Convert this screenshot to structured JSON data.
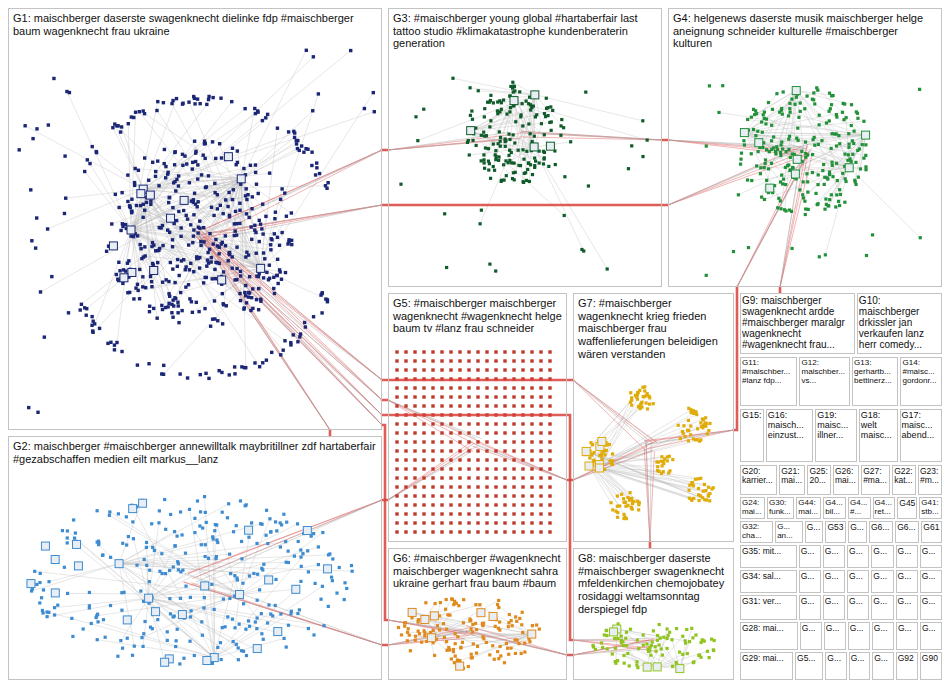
{
  "diagram": {
    "nodes": [
      {
        "text": [
          "G1: maischberger daserste swagenknecht dielinke fdp #maischberger baum wagenknecht frau ukraine"
        ]
      },
      {
        "text": [
          "G3: #maischberger young global #hartaberfair last tattoo studio #klimakatastrophe kundenberaterin generation"
        ]
      },
      {
        "text": [
          "G4: helgenews daserste musik maischberger helge aneignung schneider kulturelle #maischberger kulturen"
        ]
      },
      {
        "text": [
          "G5: #maischberger maischberger wagenknecht #wagenknecht helge baum tv #lanz frau schneider"
        ]
      },
      {
        "text": [
          "G7: #maischberger wagenknecht krieg frieden maischberger frau waffenlieferungen beleidigen wären verstanden"
        ]
      },
      {
        "text": [
          "G9: maischberger swagenknecht ardde #maischberger maralgr wagenknecht #wagenknecht frau..."
        ]
      },
      {
        "text": [
          "G10: maischberger drkissler jan verkaufen lanz herr comedy..."
        ]
      },
      {
        "text": [
          "G11: #maischber... #lanz fdp..."
        ]
      },
      {
        "text": [
          "G12: maischber... vs..."
        ]
      },
      {
        "text": [
          "G13: gerhartb... bettinerz..."
        ]
      },
      {
        "text": [
          "G14: #maisc... gordonr..."
        ]
      },
      {
        "text": [
          "G15:"
        ]
      },
      {
        "text": [
          "G16: maisch... einzust..."
        ]
      },
      {
        "text": [
          "G19: maisc... illner..."
        ]
      },
      {
        "text": [
          "G18: welt maisc..."
        ]
      },
      {
        "text": [
          "G17: maisc... abend..."
        ]
      },
      {
        "text": [
          "G20: karrier..."
        ]
      },
      {
        "text": [
          "G21: mai..."
        ]
      },
      {
        "text": [
          "G25: 20..."
        ]
      },
      {
        "text": [
          "G26: mai..."
        ]
      },
      {
        "text": [
          "G27: #ma..."
        ]
      },
      {
        "text": [
          "G22: kat..."
        ]
      },
      {
        "text": [
          "G23: #m..."
        ]
      },
      {
        "text": [
          "G24: mai..."
        ]
      },
      {
        "text": [
          "G30: funk..."
        ]
      },
      {
        "text": [
          "G44: mai..."
        ]
      },
      {
        "text": [
          "G4... bil..."
        ]
      },
      {
        "text": [
          "G4... #..."
        ]
      },
      {
        "text": [
          "G4... ret..."
        ]
      },
      {
        "text": [
          "G45"
        ]
      },
      {
        "text": [
          "G41: stb..."
        ]
      },
      {
        "text": [
          "G32: cha..."
        ]
      },
      {
        "text": [
          "G... an..."
        ]
      },
      {
        "text": [
          "G..."
        ]
      },
      {
        "text": [
          "G53"
        ]
      },
      {
        "text": [
          "G..."
        ]
      },
      {
        "text": [
          "G6..."
        ]
      },
      {
        "text": [
          "G6..."
        ]
      },
      {
        "text": [
          "G61"
        ]
      },
      {
        "text": [
          "G35: mit..."
        ]
      },
      {
        "text": [
          "G..."
        ]
      },
      {
        "text": [
          "G..."
        ]
      },
      {
        "text": [
          "G..."
        ]
      },
      {
        "text": [
          "G..."
        ]
      },
      {
        "text": [
          "G..."
        ]
      },
      {
        "text": [
          "G..."
        ]
      },
      {
        "text": [
          "G34: sal..."
        ]
      },
      {
        "text": [
          "G..."
        ]
      },
      {
        "text": [
          "G..."
        ]
      },
      {
        "text": [
          "G..."
        ]
      },
      {
        "text": [
          "G..."
        ]
      },
      {
        "text": [
          "G..."
        ]
      },
      {
        "text": [
          "G..."
        ]
      },
      {
        "text": [
          "G31: ver..."
        ]
      },
      {
        "text": [
          "G..."
        ]
      },
      {
        "text": [
          "G..."
        ]
      },
      {
        "text": [
          "G..."
        ]
      },
      {
        "text": [
          "G..."
        ]
      },
      {
        "text": [
          "G..."
        ]
      },
      {
        "text": [
          "G..."
        ]
      },
      {
        "text": [
          "G28: mai..."
        ]
      },
      {
        "text": [
          "G..."
        ]
      },
      {
        "text": [
          "G..."
        ]
      },
      {
        "text": [
          "G..."
        ]
      },
      {
        "text": [
          "G..."
        ]
      },
      {
        "text": [
          "G..."
        ]
      },
      {
        "text": [
          "G..."
        ]
      },
      {
        "text": [
          "G29: mai..."
        ]
      },
      {
        "text": [
          "G5..."
        ]
      },
      {
        "text": [
          "G..."
        ]
      },
      {
        "text": [
          "G..."
        ]
      },
      {
        "text": [
          "G..."
        ]
      },
      {
        "text": [
          "G92"
        ]
      },
      {
        "text": [
          "G90"
        ]
      },
      {
        "text": [
          "G2: maischberger #maischberger annewilltalk maybritillner zdf hartaberfair #gezabschaffen medien eilt markus__lanz"
        ]
      },
      {
        "text": [
          "G6: #maischberger #wagenknecht maischberger wagenknecht sahra ukraine gerhart frau baum #baum"
        ]
      },
      {
        "text": [
          "G8: maischberger daserste #maischberger swagenknecht mfeldenkirchen chemojobatey rosidaggi weltamsonntag derspiegel fdp"
        ]
      }
    ],
    "edges": [
      {
        "from": 0,
        "to": 1,
        "arrow": "none"
      },
      {
        "from": 0,
        "to": 2,
        "arrow": "none"
      },
      {
        "from": 0,
        "to": 3,
        "arrow": "none"
      },
      {
        "from": 0,
        "to": 4,
        "arrow": "none"
      },
      {
        "from": 0,
        "to": 75,
        "arrow": "none"
      },
      {
        "from": 0,
        "to": 76,
        "arrow": "none"
      },
      {
        "from": 0,
        "to": 74,
        "arrow": "none"
      },
      {
        "from": 1,
        "to": 2,
        "arrow": "none"
      },
      {
        "from": 2,
        "to": 4,
        "arrow": "none"
      },
      {
        "from": 2,
        "to": 5,
        "arrow": "none"
      },
      {
        "from": 3,
        "to": 4,
        "arrow": "none"
      },
      {
        "from": 4,
        "to": 76,
        "arrow": "none"
      },
      {
        "from": 74,
        "to": 75,
        "arrow": "none"
      },
      {
        "from": 75,
        "to": 76,
        "arrow": "none"
      },
      {
        "from": 74,
        "to": 3,
        "arrow": "none"
      }
    ]
  }
}
